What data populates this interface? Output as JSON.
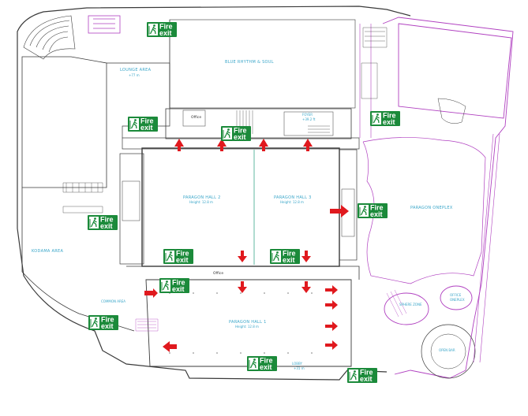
{
  "colors": {
    "fire_exit_green": "#1b8a3a",
    "arrow_red": "#e0191e",
    "wall_dark": "#3a3a3a",
    "wall_purple": "#b040c0",
    "label_cyan": "#3aa6c9"
  },
  "areas": {
    "lounge": "LOUNGE AREA",
    "lounge_sub": "+77 m",
    "blue_rhythm": "BLUE RHYTHM & SOUL",
    "foyer": "FOYER",
    "foyer_sub": "+39.2 ft",
    "hall_2": "PARAGON HALL 2",
    "hall_2_sub": "Height: 12.8 m",
    "hall_3": "PARAGON HALL 3",
    "hall_3_sub": "Height: 12.8 m",
    "hall_1": "PARAGON HALL 1",
    "hall_1_sub": "Height: 12.8 m",
    "paragon_oneplex": "PARAGON ONEPLEX",
    "sphere_zone": "SPHERE ZONE",
    "office": "OFFICE",
    "office_sub": "ONEPLEX",
    "open_bar": "OPEN BAR",
    "kodama": "KODAMA AREA",
    "common": "COMMON AREA",
    "office_small": "Office",
    "lobby": "LOBBY",
    "lobby_sub": "+31 m"
  },
  "fire_exit": {
    "line1": "Fire",
    "line2": "exit",
    "icon": "running-person-exit-icon"
  }
}
